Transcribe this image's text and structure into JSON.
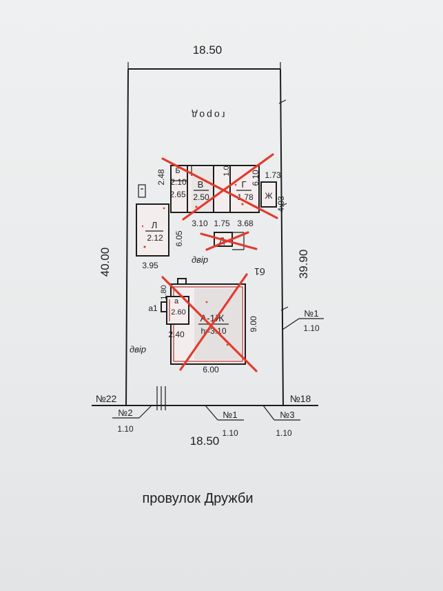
{
  "plot": {
    "width_top": "18.50",
    "width_bottom": "18.50",
    "length_left": "40.00",
    "length_right": "39.90"
  },
  "areas": {
    "garden": "город",
    "yard_center": "двір",
    "yard_left": "двір"
  },
  "buildings": {
    "small_b": {
      "name": "Б",
      "height": "2.10",
      "width": "2.48",
      "depth": "2.65"
    },
    "v": {
      "name": "В",
      "height": "2.50"
    },
    "g": {
      "name": "Г",
      "height": "1.78",
      "side": "6.10"
    },
    "zh": {
      "name": "Ж",
      "side_top": "1.73",
      "side": "4.03"
    },
    "l": {
      "name": "Л",
      "height": "2.12",
      "side": "6.05",
      "width": "3.95"
    },
    "d": {
      "name": "Д"
    },
    "main": {
      "name": "А-1Ж",
      "height": "h=3.10",
      "side": "9.00",
      "width": "6.00"
    },
    "porch": {
      "name": "а",
      "height": "2.60",
      "width": "2.40",
      "side": "1.80"
    },
    "a1": {
      "name": "а1"
    },
    "row_dims": [
      "3.10",
      "1.75",
      "3.68"
    ]
  },
  "well_label": "б1",
  "neighbors": {
    "left": "№22",
    "right": "№18"
  },
  "points": [
    {
      "id": "№1",
      "value": "1.10"
    },
    {
      "id": "№2",
      "value": "1.10"
    },
    {
      "id": "№1",
      "value": "1.10"
    },
    {
      "id": "№3",
      "value": "1.10"
    }
  ],
  "street": "провулок Дружби",
  "colors": {
    "ink": "#1c1c1c",
    "cross": "#e23a2e",
    "paper": "#eceeef"
  }
}
